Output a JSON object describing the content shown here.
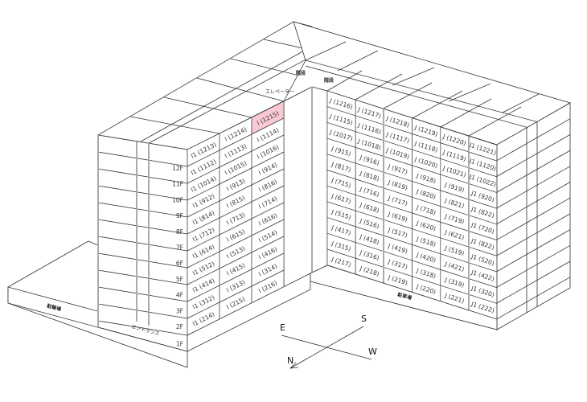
{
  "labels": {
    "stairs_1": "階段",
    "stairs_2": "階段",
    "elevator": "エレベーター",
    "bicycle_parking": "駐輪場",
    "entrance": "エントランス",
    "car_parking": "駐車場"
  },
  "floors": [
    "12F",
    "11F",
    "10F",
    "9F",
    "8F",
    "7F",
    "6F",
    "5F",
    "4F",
    "3F",
    "2F",
    "1F"
  ],
  "highlight_color": "#f8c9d3",
  "highlighted_unit": "I (1215)",
  "left_block": {
    "columns": [
      [
        "I1 (1213)",
        "I1 (1112)",
        "I1 (1014)",
        "I1 (912)",
        "I1 (814)",
        "I1 (712)",
        "I1 (614)",
        "I1 (512)",
        "I1 (414)",
        "I1 (312)",
        "I1 (214)"
      ],
      [
        "I (1214)",
        "I (1113)",
        "I (1015)",
        "I (913)",
        "I (815)",
        "I (713)",
        "I (615)",
        "I (513)",
        "I (415)",
        "I (313)",
        "I (215)"
      ],
      [
        "I (1215)",
        "I (1114)",
        "I (1016)",
        "I (914)",
        "I (816)",
        "I (714)",
        "I (616)",
        "I (514)",
        "I (416)",
        "I (314)",
        "I (216)"
      ]
    ]
  },
  "right_block": {
    "columns": [
      [
        "J (1216)",
        "J (1115)",
        "J (1017)",
        "J (915)",
        "J (817)",
        "J (715)",
        "J (617)",
        "J (515)",
        "J (417)",
        "J (315)",
        "J (217)"
      ],
      [
        "J (1217)",
        "J (1116)",
        "J (1018)",
        "J (916)",
        "J (818)",
        "J (716)",
        "J (618)",
        "J (516)",
        "J (418)",
        "J (316)",
        "J (218)"
      ],
      [
        "J (1218)",
        "J (1117)",
        "J (1019)",
        "J (917)",
        "J (819)",
        "J (717)",
        "J (619)",
        "J (517)",
        "J (419)",
        "J (317)",
        "J (219)"
      ],
      [
        "J (1219)",
        "J (1118)",
        "J (1020)",
        "J (918)",
        "J (820)",
        "J (718)",
        "J (620)",
        "J (518)",
        "J (420)",
        "J (318)",
        "J (220)"
      ],
      [
        "J (1220)",
        "J (1119)",
        "J (1021)",
        "J (919)",
        "J (821)",
        "J (719)",
        "J (621)",
        "J (519)",
        "J (421)",
        "J (319)",
        "J (221)"
      ],
      [
        "J1 (1221)",
        "J1 (1120)",
        "J1 (1022)",
        "J1 (920)",
        "J1 (822)",
        "J1 (720)",
        "J1 (822)",
        "J1 (520)",
        "J1 (422)",
        "J1 (320)",
        "J1 (222)"
      ]
    ]
  },
  "compass": {
    "east": "E",
    "south": "S",
    "west": "W",
    "north": "N"
  }
}
